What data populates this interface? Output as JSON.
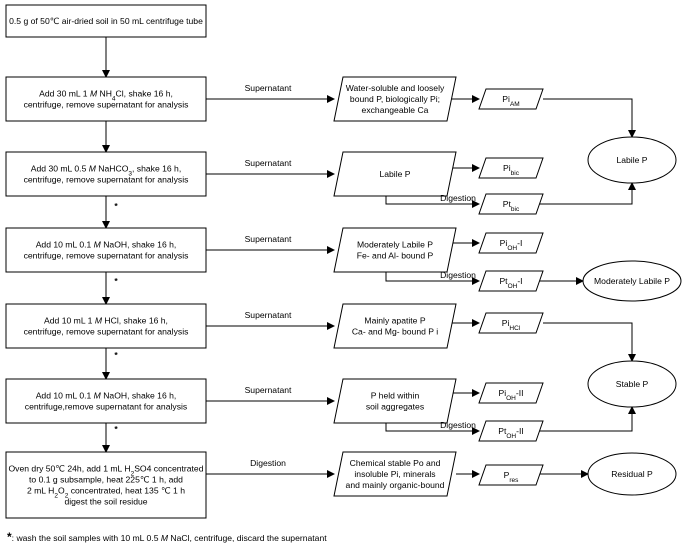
{
  "steps": [
    {
      "lines": [
        "0.5 g of 50℃ air-dried soil in 50 mL centrifuge tube"
      ]
    },
    {
      "lines": [
        "Add 30 mL  1 {i:M} NH{sub:4}Cl, shake 16 h,",
        "centrifuge, remove supernatant for analysis"
      ]
    },
    {
      "lines": [
        "Add 30 mL  0.5 {i:M} NaHCO{sub:3}, shake 16 h,",
        "centrifuge, remove supernatant for analysis"
      ]
    },
    {
      "lines": [
        "Add 10 mL  0.1 {i:M} NaOH, shake 16 h,",
        "centrifuge, remove supernatant for analysis"
      ]
    },
    {
      "lines": [
        "Add 10 mL  1 {i:M} HCl, shake 16 h,",
        "centrifuge, remove supernatant for analysis"
      ]
    },
    {
      "lines": [
        "Add 10 mL  0.1 {i:M} NaOH, shake 16 h,",
        "centrifuge,remove supernatant for analysis"
      ]
    },
    {
      "lines": [
        "Oven dry 50℃ 24h, add 1 mL H{sub:2}SO4 concentrated",
        "to 0.1 g subsample, heat 225℃ 1 h, add",
        "2 mL H{sub:2}O{sub:2} concentrated, heat 135 ℃ 1 h",
        "digest the soil residue"
      ]
    }
  ],
  "wash_marker": "*",
  "edge_labels": {
    "supernatant": "Supernatant",
    "digestion": "Digestion"
  },
  "descriptions": [
    {
      "lines": [
        "Water-soluble and loosely",
        "bound P, biologically Pi;",
        "exchangeable Ca"
      ]
    },
    {
      "lines": [
        "Labile P"
      ]
    },
    {
      "lines": [
        "Moderately Labile P",
        "Fe- and Al- bound P"
      ]
    },
    {
      "lines": [
        "Mainly apatite P",
        "Ca- and Mg- bound P i"
      ]
    },
    {
      "lines": [
        "P held within",
        "soil aggregates"
      ]
    },
    {
      "lines": [
        "Chemical stable Po and",
        "insoluble Pi, minerals",
        "and mainly organic-bound"
      ]
    }
  ],
  "fractions": [
    {
      "lines": [
        "Pi{sub:AM}"
      ]
    },
    {
      "lines": [
        "Pi{sub:bic}"
      ]
    },
    {
      "lines": [
        "Pt{sub:bic}"
      ]
    },
    {
      "lines": [
        "Pi{sub:OH}-I"
      ]
    },
    {
      "lines": [
        "Pt{sub:OH}-I"
      ]
    },
    {
      "lines": [
        "Pi{sub:HCl}"
      ]
    },
    {
      "lines": [
        "Pi{sub:OH}-II"
      ]
    },
    {
      "lines": [
        "Pt{sub:OH}-II"
      ]
    },
    {
      "lines": [
        "P{sub:res}"
      ]
    }
  ],
  "pools": [
    {
      "lines": [
        "Labile P"
      ]
    },
    {
      "lines": [
        "Moderately Labile P"
      ]
    },
    {
      "lines": [
        "Stable P"
      ]
    },
    {
      "lines": [
        "Residual P"
      ]
    }
  ],
  "footnote": {
    "marker": "*",
    "lines": [
      ": wash the soil samples with 10 mL 0.5 {i:M} NaCl, centrifuge, discard the supernatant"
    ]
  }
}
